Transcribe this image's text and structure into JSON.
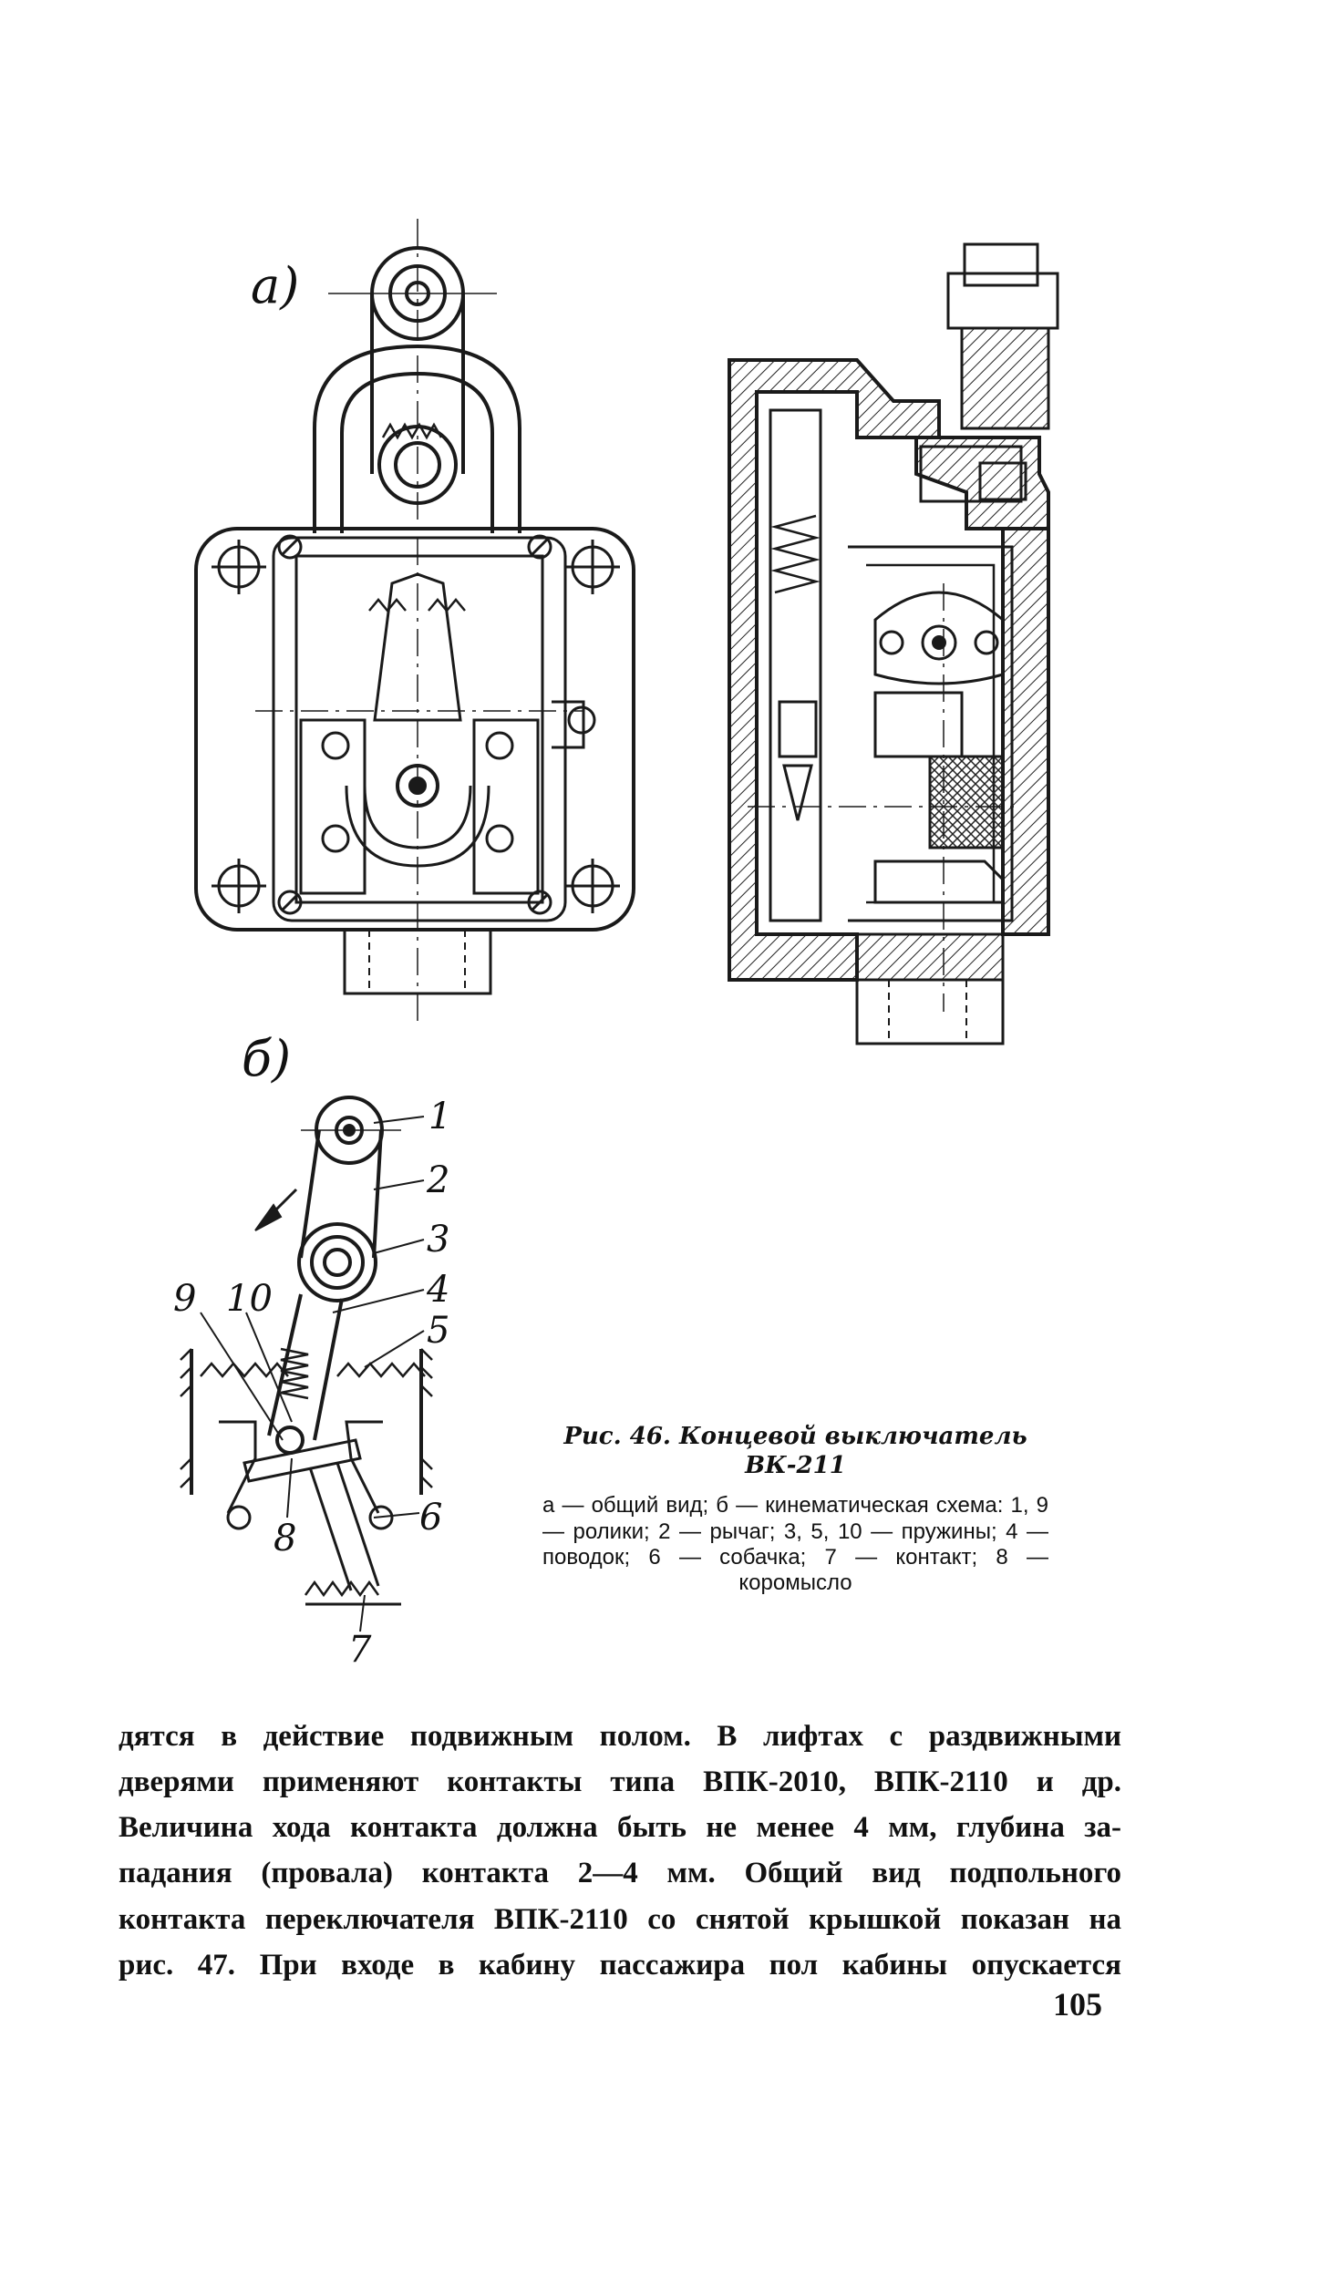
{
  "figure": {
    "panel_a_label": "а)",
    "panel_b_label": "б)",
    "part_numbers": [
      "1",
      "2",
      "3",
      "4",
      "5",
      "6",
      "7",
      "8",
      "9",
      "10"
    ],
    "caption": {
      "title": "Рис.   46.   Концевой   выключатель",
      "subtitle": "ВК-211",
      "legend": "а — общий вид; б — кинематическая схема: 1, 9 — ролики; 2 — рычаг; 3, 5, 10 — пружины; 4 — поводок; 6 — собачка; 7 — контакт; 8 — коромысло"
    }
  },
  "body": {
    "lines": [
      "дятся в действие подвижным полом. В лифтах с раздвижными",
      "дверями применяют контакты типа ВПК-2010, ВПК-2110 и др.",
      "Величина хода контакта должна быть не менее 4 мм, глубина за-",
      "падания (провала) контакта 2—4 мм. Общий вид подпольного",
      "контакта переключателя ВПК-2110 со снятой крышкой показан на",
      "рис. 47. При входе в кабину пассажира пол кабины опускается"
    ]
  },
  "page_number": "105"
}
